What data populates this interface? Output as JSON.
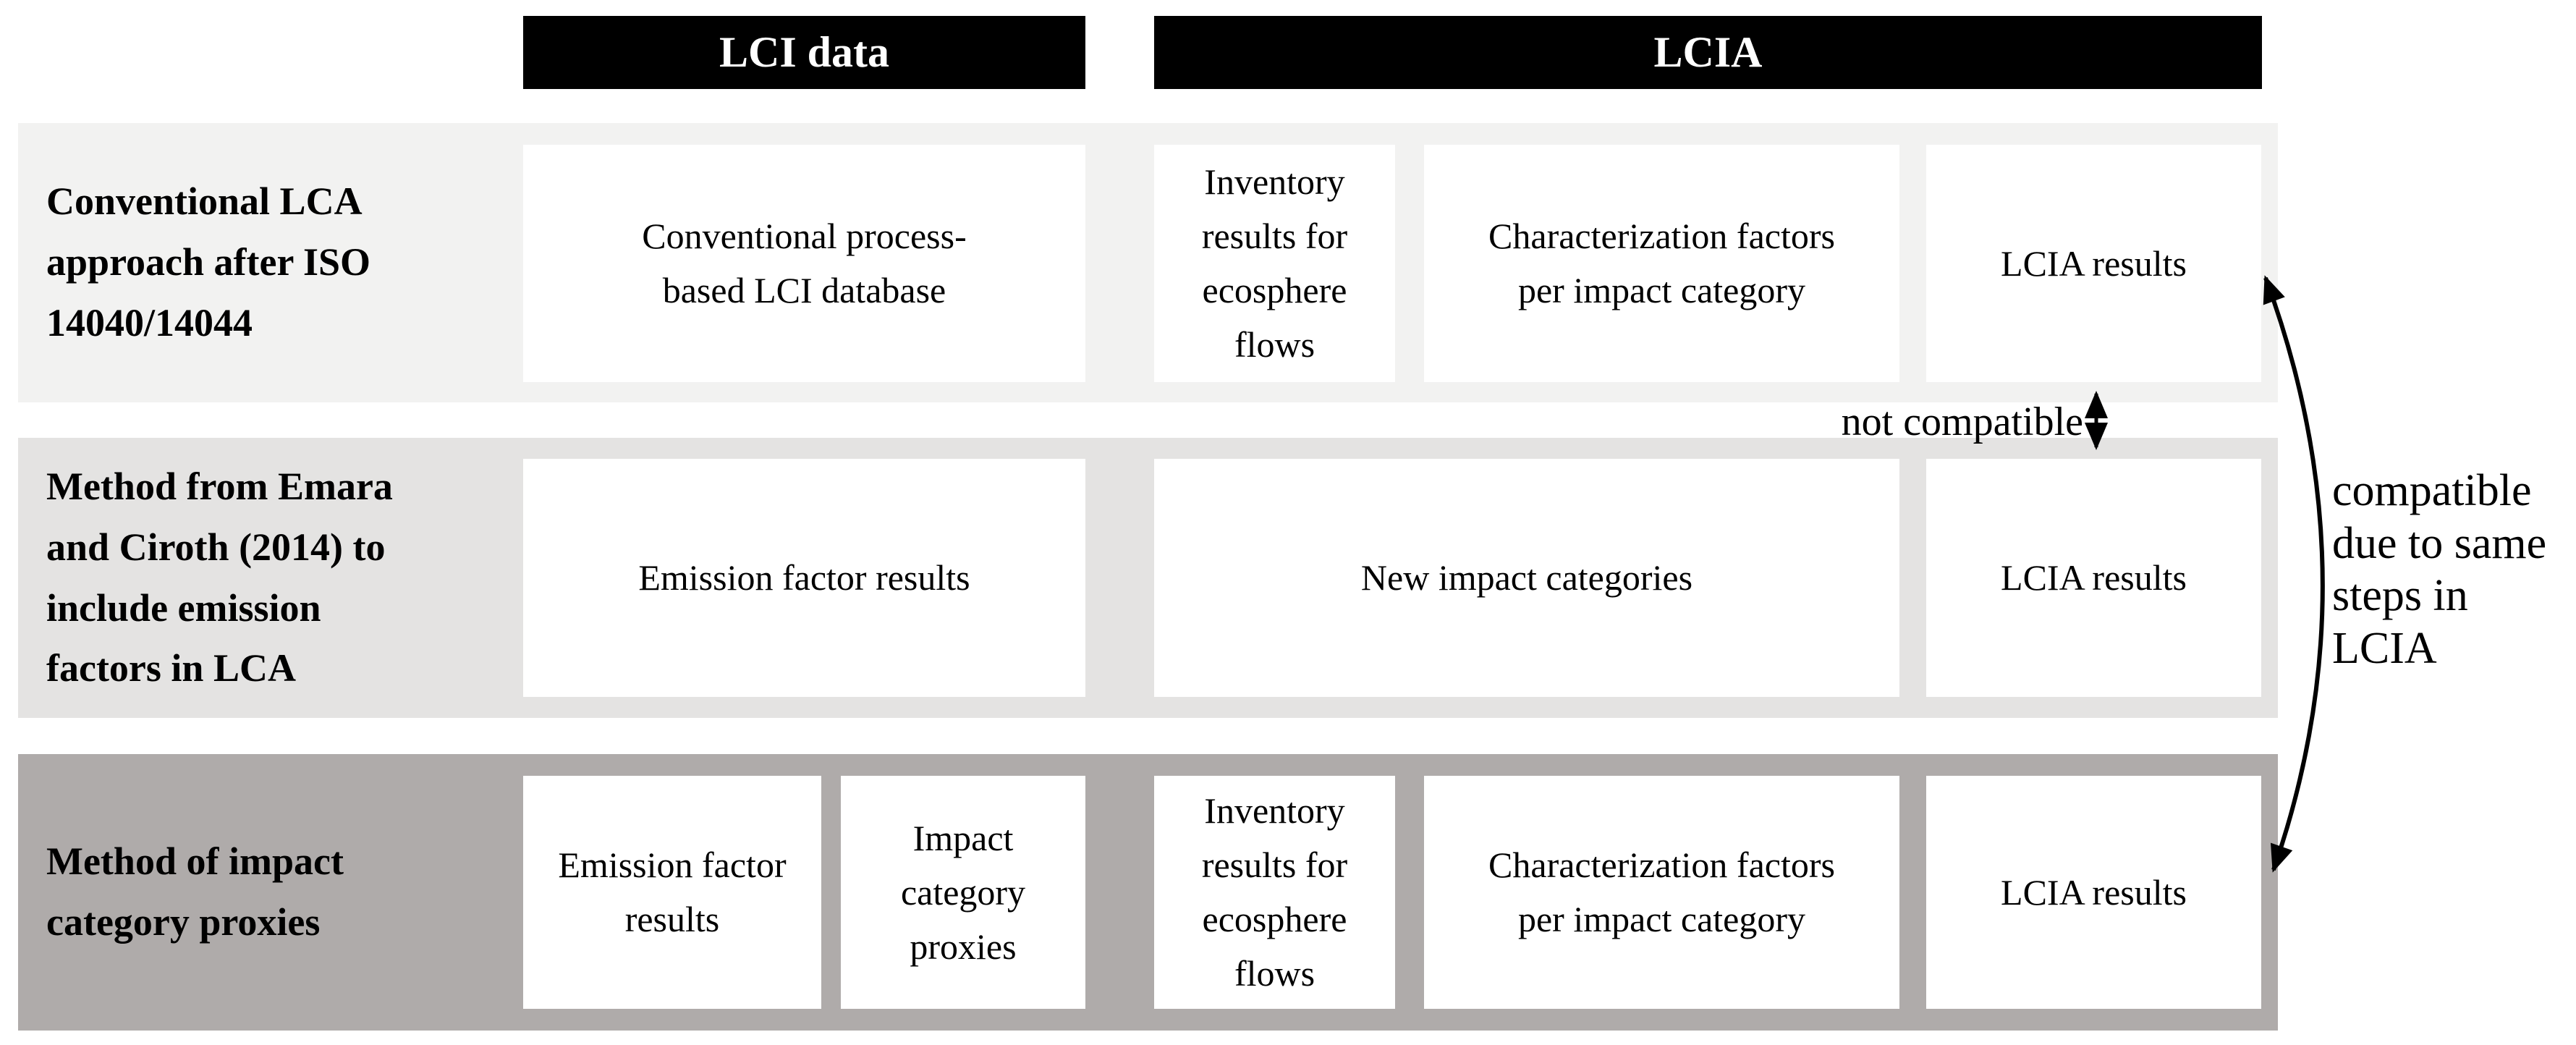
{
  "headers": {
    "lci": "LCI data",
    "lcia": "LCIA"
  },
  "rows": [
    {
      "label": "Conventional LCA approach after ISO 14040/14044",
      "boxes": [
        "Conventional process-based LCI database",
        "Inventory results for ecosphere flows",
        "Characterization factors per impact category",
        "LCIA results"
      ]
    },
    {
      "label": "Method from Emara and Ciroth (2014) to include emission factors in LCA",
      "boxes": [
        "Emission factor results",
        "New impact categories",
        "LCIA results"
      ]
    },
    {
      "label": "Method of impact category proxies",
      "boxes": [
        "Emission factor results",
        "Impact category proxies",
        "Inventory results for ecosphere flows",
        "Characterization factors per impact category",
        "LCIA results"
      ]
    }
  ],
  "annotations": {
    "not_compatible": "not compatible",
    "compatible": "compatible due to same steps in LCIA"
  },
  "colors": {
    "row1_bg": "#f2f2f1",
    "row2_bg": "#e4e3e2",
    "row3_bg": "#afabaa",
    "header_bg": "#000000",
    "box_bg": "#ffffff",
    "ink": "#000000"
  }
}
